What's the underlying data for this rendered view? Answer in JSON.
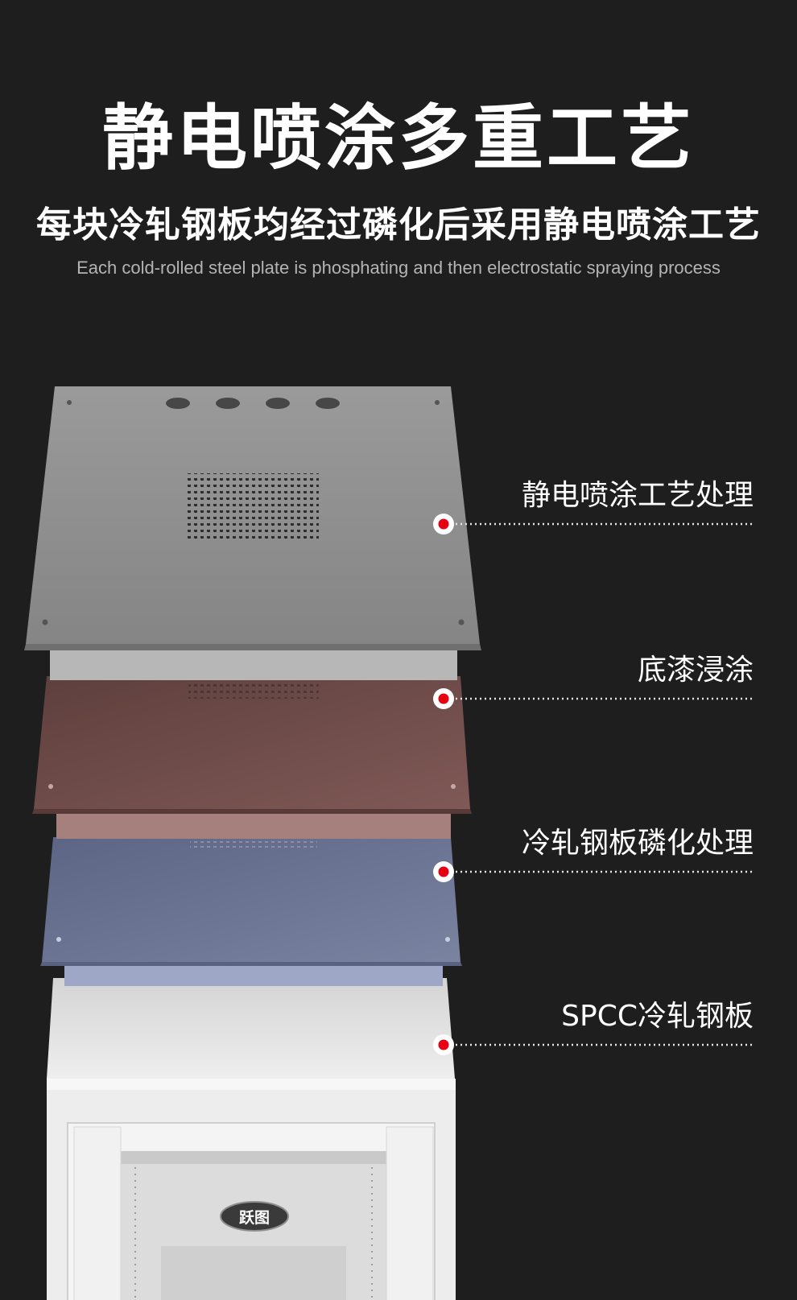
{
  "header": {
    "title": "静电喷涂多重工艺",
    "subtitle": "每块冷轧钢板均经过磷化后采用静电喷涂工艺",
    "subtitle_en": "Each cold-rolled steel plate is phosphating and then electrostatic spraying process"
  },
  "callouts": [
    {
      "label": "静电喷涂工艺处理"
    },
    {
      "label": "底漆浸涂"
    },
    {
      "label": "冷轧钢板磷化处理"
    },
    {
      "label": "SPCC冷轧钢板"
    }
  ],
  "brand": {
    "logo_text": "跃图"
  },
  "colors": {
    "background": "#1e1e1f",
    "marker_red": "#e60012",
    "top_layer": "#8e8e8e",
    "primer_layer": "#7e5552",
    "phosphate_layer": "#6f7896",
    "cabinet": "#e9e9e9"
  }
}
